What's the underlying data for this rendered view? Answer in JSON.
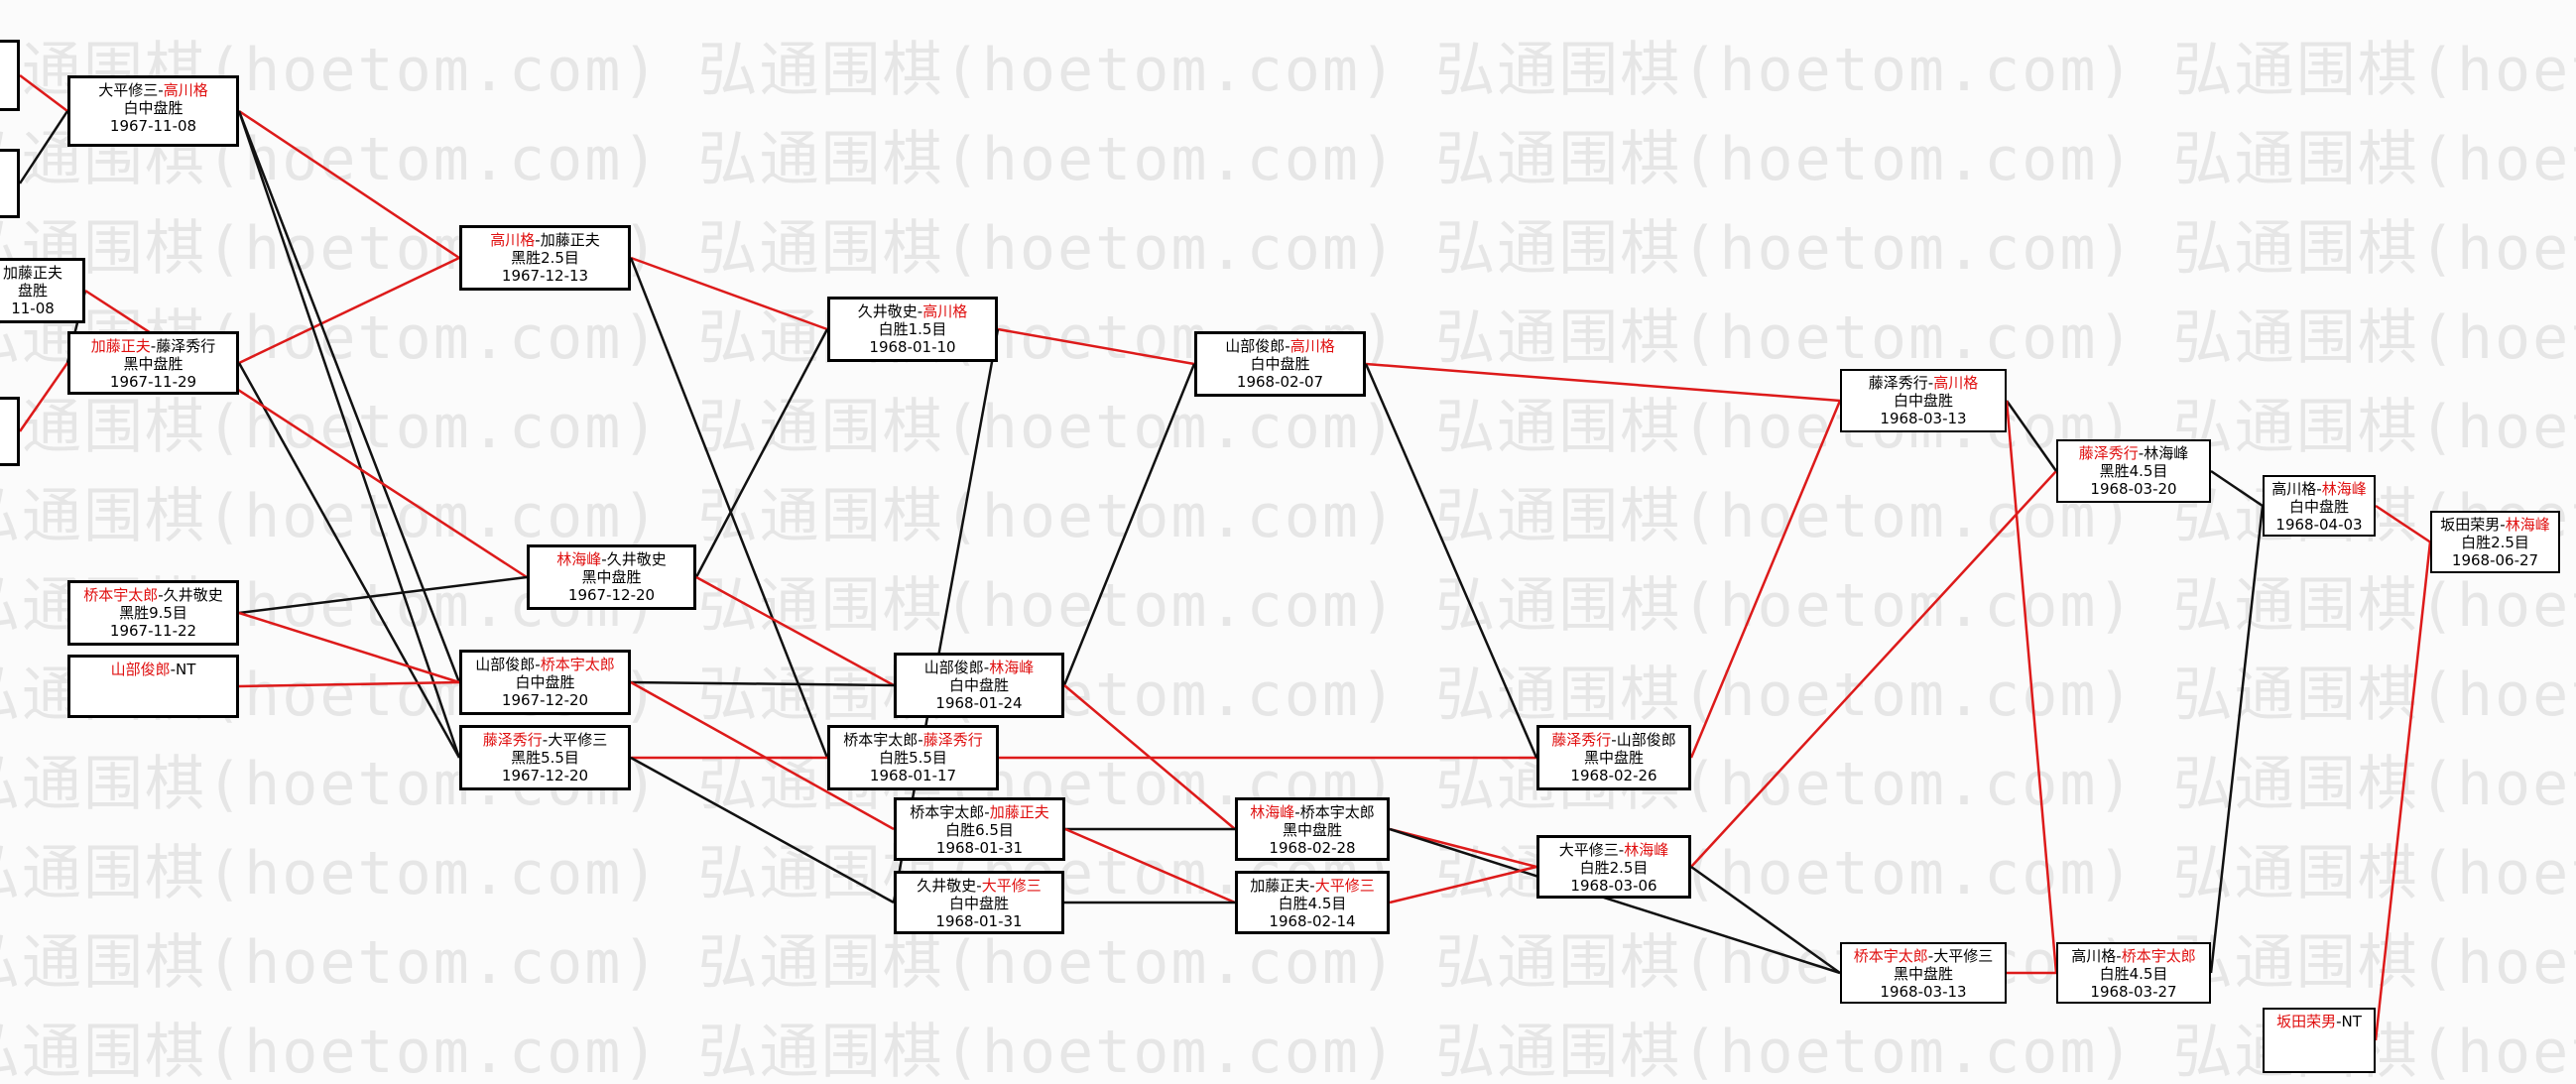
{
  "watermark": "弘通围棋(hoetom.com)",
  "colors": {
    "winner": "#e01010",
    "loser": "#000000",
    "red_line": "#dd1a1a",
    "black_line": "#111111"
  },
  "nodes": [
    {
      "id": "n1",
      "p1": "大平修三",
      "p2": "高川格",
      "winner": 2,
      "result": "白中盘胜",
      "date": "1967-11-08"
    },
    {
      "id": "n2",
      "p1": "加藤正夫",
      "p2": "",
      "winner": 0,
      "result": "盘胜",
      "date": "11-08"
    },
    {
      "id": "n3",
      "p1": "加藤正夫",
      "p2": "藤泽秀行",
      "winner": 1,
      "result": "黑中盘胜",
      "date": "1967-11-29"
    },
    {
      "id": "n4",
      "p1": "桥本宇太郎",
      "p2": "久井敬史",
      "winner": 1,
      "result": "黑胜9.5目",
      "date": "1967-11-22"
    },
    {
      "id": "n5",
      "p1": "山部俊郎",
      "p2": "NT",
      "winner": 1,
      "result": "",
      "date": ""
    },
    {
      "id": "n6",
      "p1": "高川格",
      "p2": "加藤正夫",
      "winner": 1,
      "result": "黑胜2.5目",
      "date": "1967-12-13"
    },
    {
      "id": "n7",
      "p1": "林海峰",
      "p2": "久井敬史",
      "winner": 1,
      "result": "黑中盘胜",
      "date": "1967-12-20"
    },
    {
      "id": "n8",
      "p1": "山部俊郎",
      "p2": "桥本宇太郎",
      "winner": 2,
      "result": "白中盘胜",
      "date": "1967-12-20"
    },
    {
      "id": "n9",
      "p1": "藤泽秀行",
      "p2": "大平修三",
      "winner": 1,
      "result": "黑胜5.5目",
      "date": "1967-12-20"
    },
    {
      "id": "n10",
      "p1": "久井敬史",
      "p2": "高川格",
      "winner": 2,
      "result": "白胜1.5目",
      "date": "1968-01-10"
    },
    {
      "id": "n11",
      "p1": "山部俊郎",
      "p2": "林海峰",
      "winner": 2,
      "result": "白中盘胜",
      "date": "1968-01-24"
    },
    {
      "id": "n12",
      "p1": "桥本宇太郎",
      "p2": "藤泽秀行",
      "winner": 2,
      "result": "白胜5.5目",
      "date": "1968-01-17"
    },
    {
      "id": "n13",
      "p1": "桥本宇太郎",
      "p2": "加藤正夫",
      "winner": 2,
      "result": "白胜6.5目",
      "date": "1968-01-31"
    },
    {
      "id": "n14",
      "p1": "久井敬史",
      "p2": "大平修三",
      "winner": 2,
      "result": "白中盘胜",
      "date": "1968-01-31"
    },
    {
      "id": "n15",
      "p1": "山部俊郎",
      "p2": "高川格",
      "winner": 2,
      "result": "白中盘胜",
      "date": "1968-02-07"
    },
    {
      "id": "n16",
      "p1": "林海峰",
      "p2": "桥本宇太郎",
      "winner": 1,
      "result": "黑中盘胜",
      "date": "1968-02-28"
    },
    {
      "id": "n17",
      "p1": "加藤正夫",
      "p2": "大平修三",
      "winner": 2,
      "result": "白胜4.5目",
      "date": "1968-02-14"
    },
    {
      "id": "n18",
      "p1": "藤泽秀行",
      "p2": "山部俊郎",
      "winner": 1,
      "result": "黑中盘胜",
      "date": "1968-02-26"
    },
    {
      "id": "n19",
      "p1": "大平修三",
      "p2": "林海峰",
      "winner": 2,
      "result": "白胜2.5目",
      "date": "1968-03-06"
    },
    {
      "id": "n20",
      "p1": "藤泽秀行",
      "p2": "高川格",
      "winner": 2,
      "result": "白中盘胜",
      "date": "1968-03-13"
    },
    {
      "id": "n21",
      "p1": "桥本宇太郎",
      "p2": "大平修三",
      "winner": 1,
      "result": "黑中盘胜",
      "date": "1968-03-13"
    },
    {
      "id": "n22",
      "p1": "藤泽秀行",
      "p2": "林海峰",
      "winner": 1,
      "result": "黑胜4.5目",
      "date": "1968-03-20"
    },
    {
      "id": "n23",
      "p1": "高川格",
      "p2": "桥本宇太郎",
      "winner": 2,
      "result": "白胜4.5目",
      "date": "1968-03-27"
    },
    {
      "id": "n24",
      "p1": "高川格",
      "p2": "林海峰",
      "winner": 2,
      "result": "白中盘胜",
      "date": "1968-04-03"
    },
    {
      "id": "n25",
      "p1": "坂田荣男",
      "p2": "NT",
      "winner": 1,
      "result": "",
      "date": ""
    },
    {
      "id": "n26",
      "p1": "坂田荣男",
      "p2": "林海峰",
      "winner": 2,
      "result": "白胜2.5目",
      "date": "1968-06-27"
    },
    {
      "id": "n27",
      "p1": "",
      "p2": "",
      "winner": 0,
      "result": "",
      "date": ""
    },
    {
      "id": "n28",
      "p1": "",
      "p2": "",
      "winner": 0,
      "result": "",
      "date": ""
    },
    {
      "id": "n29",
      "p1": "",
      "p2": "",
      "winner": 0,
      "result": "",
      "date": ""
    },
    {
      "id": "n30",
      "p1": "",
      "p2": "",
      "winner": 0,
      "result": "",
      "date": ""
    }
  ],
  "links": [
    [
      "n27",
      "n1",
      "red"
    ],
    [
      "n28",
      "n1",
      "black"
    ],
    [
      "n2",
      "n3",
      "black"
    ],
    [
      "n29",
      "n3",
      "red"
    ],
    [
      "n1",
      "n6",
      "red"
    ],
    [
      "n3",
      "n6",
      "red"
    ],
    [
      "n1",
      "n8",
      "black"
    ],
    [
      "n1",
      "n9",
      "black"
    ],
    [
      "n3",
      "n9",
      "black"
    ],
    [
      "n2",
      "n7",
      "red"
    ],
    [
      "n4",
      "n7",
      "black"
    ],
    [
      "n4",
      "n8",
      "red"
    ],
    [
      "n5",
      "n8",
      "red"
    ],
    [
      "n6",
      "n10",
      "red"
    ],
    [
      "n6",
      "n12",
      "black"
    ],
    [
      "n7",
      "n10",
      "black"
    ],
    [
      "n7",
      "n11",
      "red"
    ],
    [
      "n8",
      "n11",
      "black"
    ],
    [
      "n8",
      "n13",
      "red"
    ],
    [
      "n9",
      "n12",
      "red"
    ],
    [
      "n9",
      "n14",
      "black"
    ],
    [
      "n10",
      "n15",
      "red"
    ],
    [
      "n10",
      "n14",
      "black"
    ],
    [
      "n11",
      "n15",
      "black"
    ],
    [
      "n11",
      "n16",
      "red"
    ],
    [
      "n12",
      "n18",
      "red"
    ],
    [
      "n13",
      "n16",
      "black"
    ],
    [
      "n13",
      "n17",
      "red"
    ],
    [
      "n14",
      "n17",
      "black"
    ],
    [
      "n15",
      "n20",
      "red"
    ],
    [
      "n15",
      "n18",
      "black"
    ],
    [
      "n16",
      "n19",
      "red"
    ],
    [
      "n16",
      "n21",
      "black"
    ],
    [
      "n17",
      "n19",
      "red"
    ],
    [
      "n18",
      "n20",
      "red"
    ],
    [
      "n19",
      "n22",
      "red"
    ],
    [
      "n19",
      "n21",
      "black"
    ],
    [
      "n20",
      "n22",
      "black"
    ],
    [
      "n20",
      "n23",
      "red"
    ],
    [
      "n22",
      "n24",
      "black"
    ],
    [
      "n21",
      "n23",
      "red"
    ],
    [
      "n23",
      "n24",
      "black"
    ],
    [
      "n24",
      "n26",
      "red"
    ],
    [
      "n25",
      "n26",
      "red"
    ]
  ]
}
